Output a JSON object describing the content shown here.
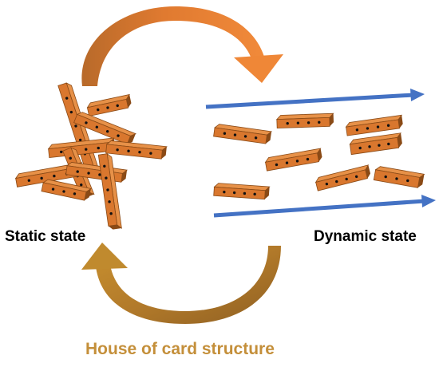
{
  "labels": {
    "static_state": "Static state",
    "dynamic_state": "Dynamic state",
    "house_of_card": "House of card structure"
  },
  "colors": {
    "clay_face": "#d9772e",
    "clay_top": "#e79148",
    "clay_edge": "#8a4a16",
    "top_arrow": "#ea8236",
    "bottom_arrow": "#b27a2a",
    "flow_arrow": "#4472c4",
    "caption_text": "#c48f3a",
    "charge_dot": "#111111"
  },
  "icons": {
    "charge_marker": "minus-dot-icon",
    "flow": "arrow-right-icon",
    "cycle": "curved-arrow-icon"
  }
}
